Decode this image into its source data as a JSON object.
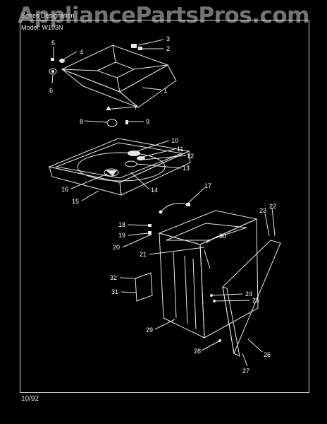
{
  "watermark": "AppliancePartsPros.com",
  "header": {
    "series_label": "Series Designation",
    "model_label": "Model: W103N"
  },
  "footer": {
    "date": "10/92"
  },
  "callouts": [
    {
      "id": "c1",
      "label": "1"
    },
    {
      "id": "c2",
      "label": "2"
    },
    {
      "id": "c3",
      "label": "3"
    },
    {
      "id": "c4",
      "label": "4"
    },
    {
      "id": "c5",
      "label": "5"
    },
    {
      "id": "c6",
      "label": "6"
    },
    {
      "id": "c7",
      "label": "7"
    },
    {
      "id": "c8",
      "label": "8"
    },
    {
      "id": "c9",
      "label": "9"
    },
    {
      "id": "c10",
      "label": "10"
    },
    {
      "id": "c11",
      "label": "11"
    },
    {
      "id": "c12",
      "label": "12"
    },
    {
      "id": "c13",
      "label": "13"
    },
    {
      "id": "c14",
      "label": "14"
    },
    {
      "id": "c15",
      "label": "15"
    },
    {
      "id": "c16",
      "label": "16"
    },
    {
      "id": "c17",
      "label": "17"
    },
    {
      "id": "c18",
      "label": "18"
    },
    {
      "id": "c19",
      "label": "19"
    },
    {
      "id": "c20",
      "label": "20"
    },
    {
      "id": "c21",
      "label": "21"
    },
    {
      "id": "c22",
      "label": "22"
    },
    {
      "id": "c23",
      "label": "23"
    },
    {
      "id": "c24",
      "label": "24"
    },
    {
      "id": "c25",
      "label": "25"
    },
    {
      "id": "c26",
      "label": "26"
    },
    {
      "id": "c27",
      "label": "27"
    },
    {
      "id": "c28",
      "label": "28"
    },
    {
      "id": "c29",
      "label": "29"
    },
    {
      "id": "c30",
      "label": "30"
    },
    {
      "id": "c31",
      "label": "31"
    },
    {
      "id": "c32",
      "label": "32"
    }
  ]
}
